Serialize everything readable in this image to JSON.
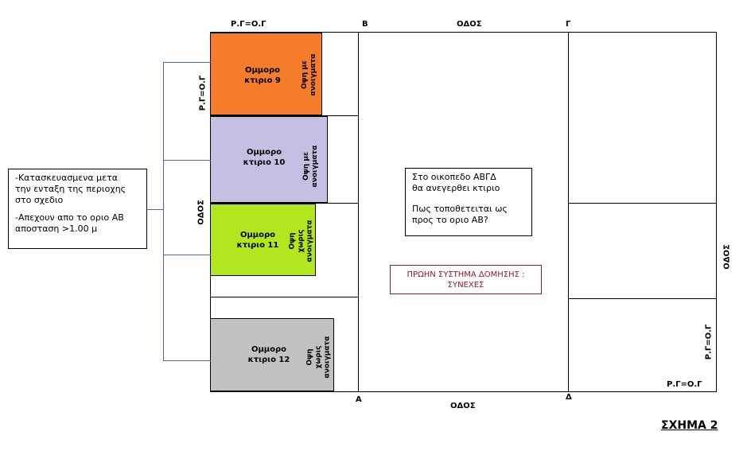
{
  "labels": {
    "rg_og": "Ρ.Γ=Ο.Γ",
    "street": "ΟΔΟΣ",
    "corner_b": "Β",
    "corner_g": "Γ",
    "corner_a": "Α",
    "corner_d": "Δ",
    "figure": "ΣΧΗΜΑ 2"
  },
  "buildings": [
    {
      "name": "Ομμορο\nκτιριο 9",
      "face": "Οψη με\nανοιγματα",
      "color": "#f47c2b"
    },
    {
      "name": "Ομμορο\nκτιριο 10",
      "face": "Οψη με\nανοιγματα",
      "color": "#c4bfe3"
    },
    {
      "name": "Ομμορο\nκτιριο 11",
      "face": "Οψη χωρις\nανοιγματα",
      "color": "#b2e61f"
    },
    {
      "name": "Ομμορο\nκτιριο 12",
      "face": "Οψη χωρις\nανοιγματα",
      "color": "#c2c2c2"
    }
  ],
  "note_left": {
    "line1": "-Κατασκευασμενα μετα\nτην ενταξη της περιοχης\nστο σχεδιο",
    "line2": "-Απεχουν απο το οριο ΑΒ\nαποσταση >1.00 μ"
  },
  "note_center": {
    "line1": "Στο οικοπεδο ΑΒΓΔ\nθα ανεγερθει κτιριο",
    "line2": "Πως τοποθετειται ως\nπρος το οριο ΑΒ?"
  },
  "system_box": {
    "text": "ΠΡΩΗΝ ΣΥΣΤΗΜΑ ΔΟΜΗΣΗΣ :\nΣΥΝΕΧΕΣ",
    "color": "#8b1a2b"
  }
}
